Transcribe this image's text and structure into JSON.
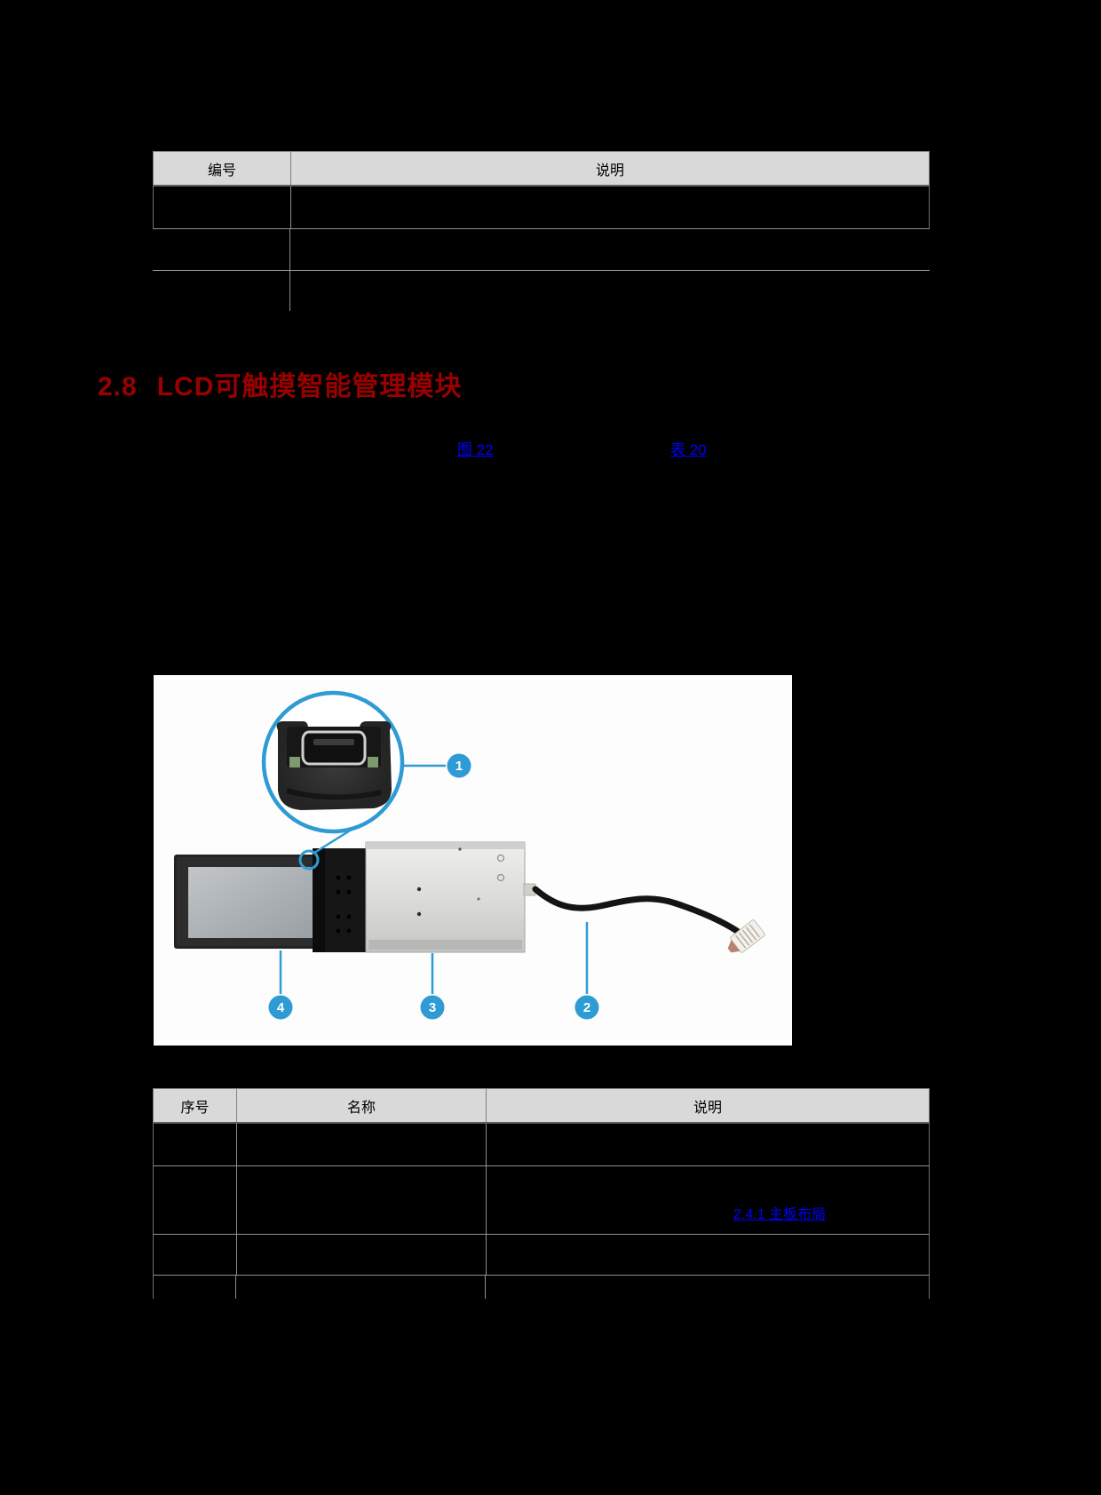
{
  "document": {
    "top_table": {
      "headers": [
        "编号",
        "说明"
      ],
      "row_values": [
        [
          "",
          ""
        ],
        [
          "",
          ""
        ],
        [
          "",
          ""
        ]
      ]
    },
    "heading": {
      "number": "2.8",
      "title": "LCD可触摸智能管理模块"
    },
    "links": {
      "figure_ref": "图 22",
      "table_ref": "表 20",
      "board_layout_ref": "2.4.1 主板布局"
    },
    "figure": {
      "callouts": {
        "c1": "1",
        "c2": "2",
        "c3": "3",
        "c4": "4"
      }
    },
    "bottom_table": {
      "headers": [
        "序号",
        "名称",
        "说明"
      ],
      "row_values": [
        [
          "",
          "",
          ""
        ],
        [
          "",
          "",
          ""
        ],
        [
          "",
          "",
          ""
        ],
        [
          "",
          "",
          ""
        ]
      ]
    },
    "colors": {
      "page_background": "#000000",
      "table_header_background": "#D9D9D9",
      "table_border": "#808080",
      "heading_red": "#990000",
      "link_blue": "#0000FF",
      "callout_blue": "#2F9BD4"
    }
  }
}
